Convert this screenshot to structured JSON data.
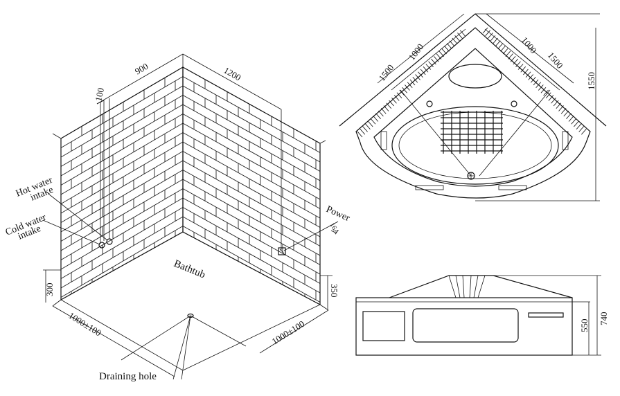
{
  "installation": {
    "wall_left_width": "900",
    "wall_right_width": "1200",
    "pipe_offset": "100",
    "hot_water_line1": "Hot water",
    "hot_water_line2": "intake",
    "cold_water_line1": "Cold water",
    "cold_water_line2": "intake",
    "power_label": "Power",
    "power_rating": "16A",
    "bathtub_label": "Bathtub",
    "left_height": "300",
    "right_height": "350",
    "left_floor": "1000±100",
    "right_floor": "1000±100",
    "drain_label": "Draining hole"
  },
  "top_view": {
    "outer_left": "1500",
    "inner_left": "1000",
    "inner_right": "1000",
    "outer_right": "1500",
    "depth": "1550"
  },
  "side_view": {
    "inner_height": "550",
    "total_height": "740"
  }
}
